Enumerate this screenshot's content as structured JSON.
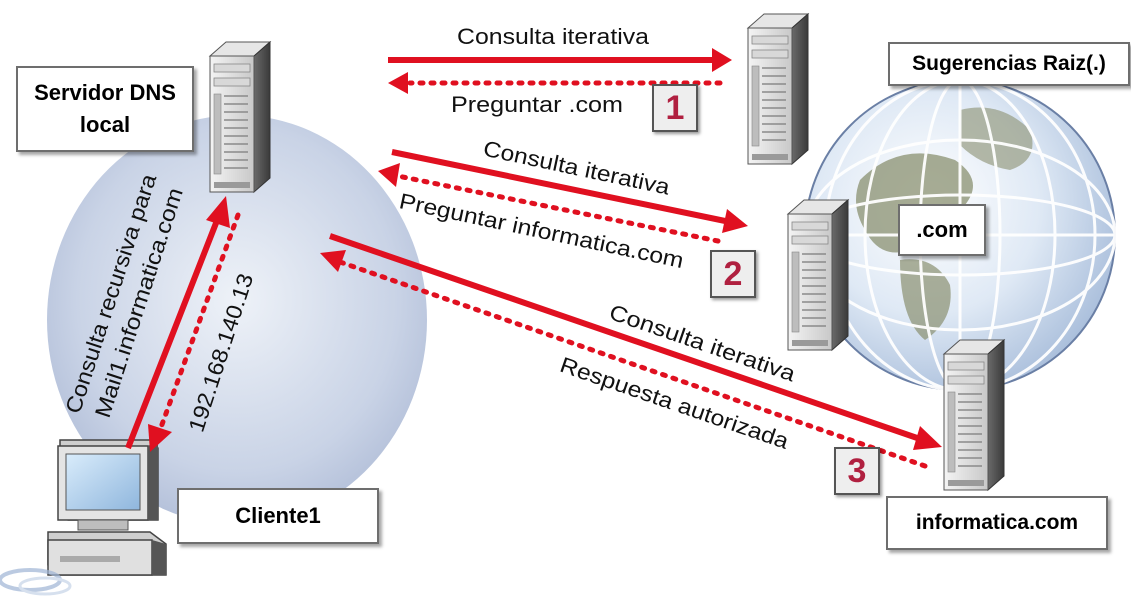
{
  "nodes": {
    "local_dns": "Servidor DNS local",
    "root": "Sugerencias Raiz(.)",
    "com": ".com",
    "informatica": "informatica.com",
    "client": "Cliente1"
  },
  "step_numbers": [
    "1",
    "2",
    "3"
  ],
  "edges": {
    "q1": "Consulta iterativa",
    "a1": "Preguntar .com",
    "q2": "Consulta iterativa",
    "a2": "Preguntar informatica.com",
    "q3": "Consulta iterativa",
    "a3": "Respuesta autorizada",
    "client_query_line1": "Consulta recursiva para",
    "client_query_line2": "Mail1.informatica.com",
    "client_answer": "192.168.140.13"
  },
  "colors": {
    "arrow": "#e01020",
    "step_number": "#b02040"
  }
}
